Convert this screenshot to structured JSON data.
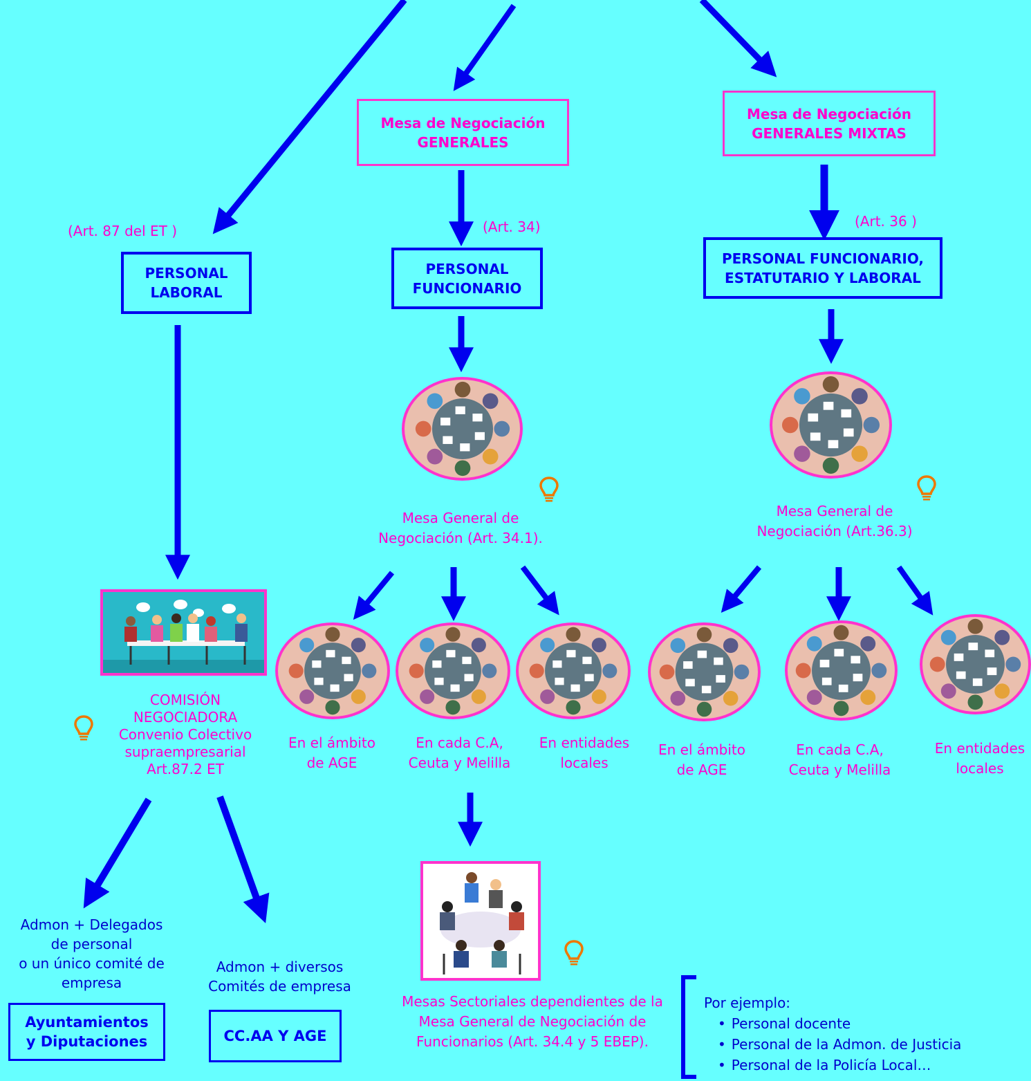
{
  "boxes": {
    "mesa_generales": [
      "Mesa de Negociación",
      "GENERALES"
    ],
    "mesa_generales_mixtas": [
      "Mesa de Negociación",
      "GENERALES MIXTAS"
    ],
    "personal_laboral": [
      "PERSONAL",
      "LABORAL"
    ],
    "personal_funcionario": [
      "PERSONAL",
      "FUNCIONARIO"
    ],
    "personal_mixto": [
      "PERSONAL FUNCIONARIO,",
      "ESTATUTARIO Y LABORAL"
    ],
    "ayuntamientos": [
      "Ayuntamientos",
      "y Diputaciones"
    ],
    "ccaa_age": "CC.AA Y AGE"
  },
  "articles": {
    "art_87_et": "(Art. 87 del ET )",
    "art_34": "(Art. 34)",
    "art_36": "(Art. 36 )"
  },
  "captions": {
    "mesa_general_34": [
      "Mesa General de",
      "Negociación (Art. 34.1)."
    ],
    "mesa_general_36": [
      "Mesa General de",
      "Negociación  (Art.36.3)"
    ],
    "comision": [
      "COMISIÓN",
      "NEGOCIADORA",
      "Convenio Colectivo",
      "supraempresarial",
      "Art.87.2 ET"
    ],
    "left_age": [
      "En el ámbito",
      "de AGE"
    ],
    "left_ca": [
      "En cada C.A,",
      "Ceuta y Melilla"
    ],
    "left_locales": [
      "En entidades",
      "locales"
    ],
    "right_age": [
      "En el ámbito",
      "de AGE"
    ],
    "right_ca": [
      "En cada C.A,",
      "Ceuta y Melilla"
    ],
    "right_locales": [
      "En entidades",
      "locales"
    ],
    "sectoriales": [
      "Mesas Sectoriales dependientes de la",
      "Mesa General de Negociación de",
      "Funcionarios (Art. 34.4 y 5 EBEP)."
    ],
    "admon_delegados": [
      "Admon + Delegados",
      "de personal",
      "o un único comité de",
      "empresa"
    ],
    "admon_diversos": [
      "Admon + diversos",
      "Comités de empresa"
    ]
  },
  "examples": {
    "title": "Por ejemplo:",
    "items": [
      "Personal docente",
      "Personal de la Admon. de Justicia",
      "Personal de la Policía Local…"
    ]
  },
  "colors": {
    "background": "#66ffff",
    "pink": "#ff00cc",
    "blue": "#0000ee",
    "bulb": "#ee7700",
    "table_bg": "#eabfae"
  },
  "icons": [
    "lightbulb-icon",
    "round-table-meeting-icon",
    "meeting-photo-icon"
  ]
}
